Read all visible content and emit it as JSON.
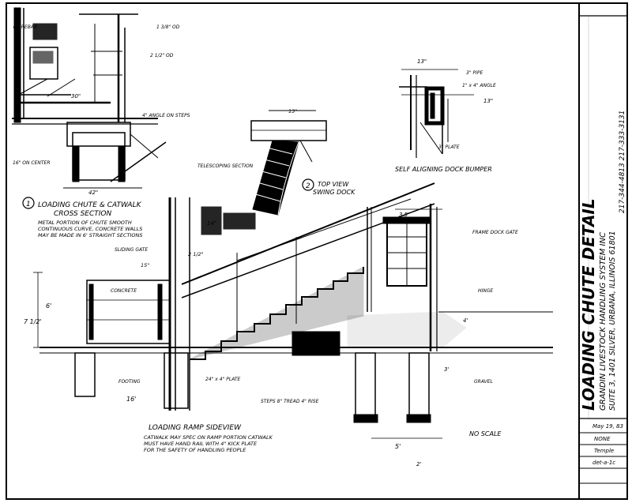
{
  "title_block": {
    "drawing_title": "LOADING CHUTE DETAIL",
    "company_line_1": "GRANDIN LIVESTOCK HANDLING SYSTEM INC",
    "company_line_2": "SUITE 3, 1401 SILVER, URBANA, ILLINOIS 61801",
    "phone": "217-344-4813  217-333-3131",
    "date": "May 19, 83",
    "scale_entry": "NONE",
    "drawn_by": "Temple",
    "sheet_note": "det-a-1c"
  },
  "views": {
    "cross_section_number": "1",
    "cross_section_title_1": "LOADING CHUTE & CATWALK",
    "cross_section_title_2": "CROSS SECTION",
    "cross_section_note_1": "METAL PORTION OF CHUTE SMOOTH",
    "cross_section_note_2": "CONTINUOUS CURVE, CONCRETE WALLS",
    "cross_section_note_3": "MAY BE MADE IN 6' STRAIGHT SECTIONS",
    "top_view_number": "2",
    "top_view_title_1": "TOP VIEW",
    "top_view_title_2": "SWING DOCK",
    "bumper_label": "SELF ALIGNING DOCK BUMPER",
    "sideview_title": "LOADING RAMP SIDEVIEW",
    "sideview_note_1": "CATWALK MAY SPEC ON RAMP PORTION CATWALK",
    "sideview_note_2": "MUST HAVE HAND RAIL WITH 4\" KICK PLATE",
    "sideview_note_3": "FOR THE SAFETY OF HANDLING PEOPLE",
    "no_scale": "NO SCALE"
  },
  "dimensions": {
    "d_42": "42\"",
    "d_30": "30\"",
    "d_13a": "13\"",
    "d_13b": "13\"",
    "d_13c": "13\"",
    "d_2_1_2": "2 1/2\"",
    "d_1_3_8": "1 3/8\" OD",
    "d_2_1_2_od": "2 1/2\" OD",
    "d_15": "15\"",
    "d_14": "14\"",
    "d_16a": "16'",
    "d_3_5": "3.5'",
    "d_5": "5'",
    "d_6": "6'",
    "d_7_5": "7 1/2'",
    "d_2": "2'",
    "d_4": "4'",
    "d_3": "3'"
  },
  "callouts": {
    "rebar": "#4 REBAR",
    "rebar_spacing": "16\" ON CENTER",
    "angle_steps": "4\" ANGLE ON STEPS",
    "stair_plate": "3\" PLATE",
    "nosing": "1\" x 4\" ANGLE",
    "bumper_pipe": "3\" PIPE",
    "sliding_gate": "SLIDING GATE",
    "telescoping": "TELESCOPING SECTION",
    "bottom_rail": "24\" x 4\" PLATE",
    "hinge": "HINGE",
    "dock_gate": "FRAME DOCK GATE",
    "concrete_slab": "CONCRETE",
    "footing": "FOOTING",
    "steps_note": "STEPS 8\" TREAD 4\" RISE",
    "gravel": "GRAVEL"
  }
}
